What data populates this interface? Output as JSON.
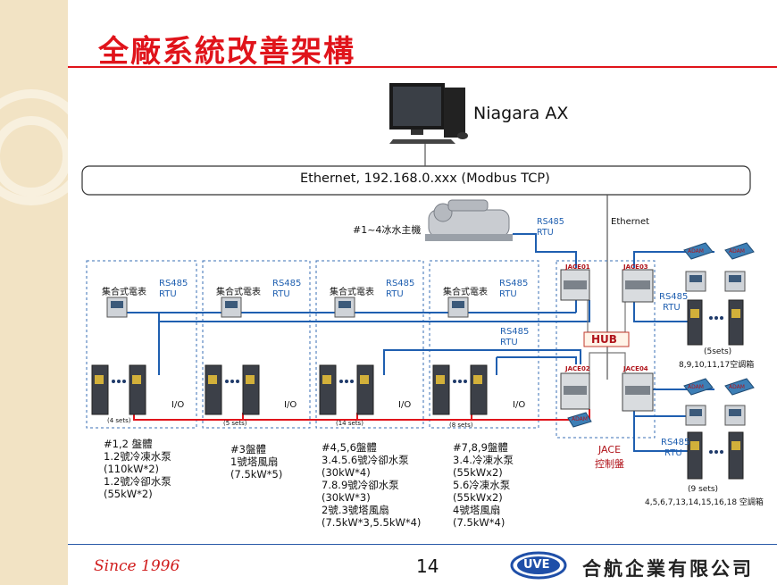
{
  "title": "全廠系統改善架構",
  "top": {
    "server_label": "Niagara AX",
    "ethernet_label": "Ethernet, 192.168.0.xxx (Modbus TCP)",
    "ethernet_side_label": "Ethernet",
    "chiller_label": "#1~4冰水主機",
    "chiller_protocol": "RS485",
    "chiller_protocol2": "RTU"
  },
  "groups": [
    {
      "meter_label": "集合式電表",
      "protocol": "RS485",
      "protocol2": "RTU",
      "io": "I/O",
      "sets": "(4 sets)",
      "desc": "#1,2 盤體\n1.2號冷凍水泵\n(110kW*2)\n1.2號冷卻水泵\n(55kW*2)"
    },
    {
      "meter_label": "集合式電表",
      "protocol": "RS485",
      "protocol2": "RTU",
      "io": "I/O",
      "sets": "(5 sets)",
      "desc": "#3盤體\n1號塔風扇\n(7.5kW*5)"
    },
    {
      "meter_label": "集合式電表",
      "protocol": "RS485",
      "protocol2": "RTU",
      "io": "I/O",
      "sets": "(14 sets)",
      "desc": "#4,5,6盤體\n3.4.5.6號冷卻水泵\n(30kW*4)\n7.8.9號冷卻水泵\n(30kW*3)\n2號.3號塔風扇\n(7.5kW*3,5.5kW*4)"
    },
    {
      "meter_label": "集合式電表",
      "protocol": "RS485",
      "protocol2": "RTU",
      "io": "I/O",
      "sets": "(8 sets)",
      "desc": "#7,8,9盤體\n3.4.冷凍水泵\n(55kWx2)\n5.6冷凍水泵\n(55kWx2)\n4號塔風扇\n(7.5kW*4)"
    }
  ],
  "mid": {
    "rs485_a": "RS485",
    "rtu_a": "RTU",
    "hub": "HUB",
    "jace01": "JACE01",
    "jace02": "JACE02",
    "jace03": "JACE03",
    "jace04": "JACE04",
    "jace_panel": "JACE",
    "jace_panel2": "控制盤",
    "adam": "ADAM"
  },
  "right": {
    "rs485_upper": "RS485",
    "rtu_upper": "RTU",
    "sets_upper": "(5sets)",
    "units_upper": "8,9,10,11,17空調箱",
    "rs485_lower": "RS485",
    "rtu_lower": "RTU",
    "sets_lower": "(9 sets)",
    "units_lower": "4,5,6,7,13,14,15,16,18 空調箱"
  },
  "footer": {
    "since": "Since 1996",
    "page": "14",
    "logo_text": "UVE",
    "company": "合航企業有限公司"
  }
}
